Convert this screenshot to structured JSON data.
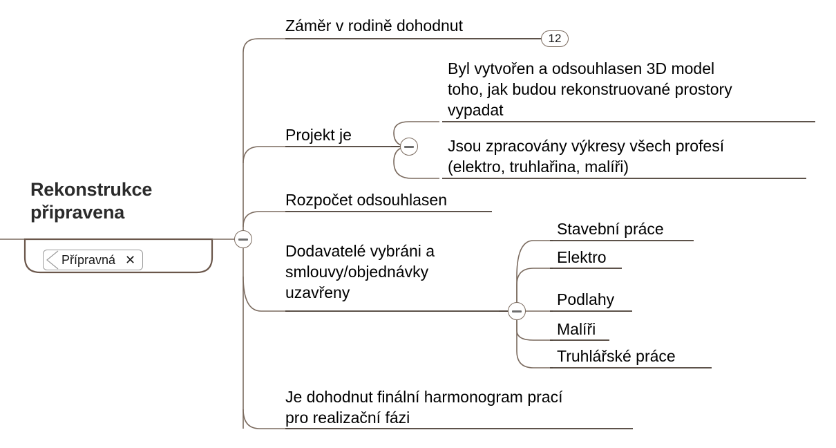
{
  "map": {
    "root": {
      "title": "Rekonstrukce\npřipravena",
      "tag": {
        "label": "Přípravná",
        "close_icon": "✕"
      },
      "collapse_state": "expanded",
      "collapse_glyph": "−"
    },
    "branches": [
      {
        "id": "zamer",
        "label": "Záměr v rodině dohodnut",
        "badge": "12"
      },
      {
        "id": "projekt",
        "label": "Projekt je",
        "collapse_state": "expanded",
        "children": [
          {
            "id": "model3d",
            "label": "Byl vytvořen a odsouhlasen 3D model\ntoho, jak budou rekonstruované prostory\nvypadat"
          },
          {
            "id": "vykresy",
            "label": "Jsou zpracovány výkresy všech profesí\n(elektro, truhlařina, malíři)"
          }
        ]
      },
      {
        "id": "rozpocet",
        "label": "Rozpočet odsouhlasen"
      },
      {
        "id": "dodavatele",
        "label": "Dodavatelé vybráni a\nsmlouvy/objednávky\nuzavřeny",
        "collapse_state": "expanded",
        "children": [
          {
            "id": "stavebni",
            "label": "Stavební práce"
          },
          {
            "id": "elektro",
            "label": "Elektro"
          },
          {
            "id": "podlahy",
            "label": "Podlahy"
          },
          {
            "id": "maliri",
            "label": "Malíři"
          },
          {
            "id": "truhlarske",
            "label": "Truhlářské práce"
          }
        ]
      },
      {
        "id": "harmonogram",
        "label": "Je dohodnut finální harmonogram prací\npro realizační fázi"
      }
    ]
  },
  "colors": {
    "line": "#7a6a5e",
    "underline": "#463a30",
    "root_border": "#6a564a",
    "text": "#000000",
    "title_text": "#2b2b2b",
    "background": "#ffffff"
  }
}
